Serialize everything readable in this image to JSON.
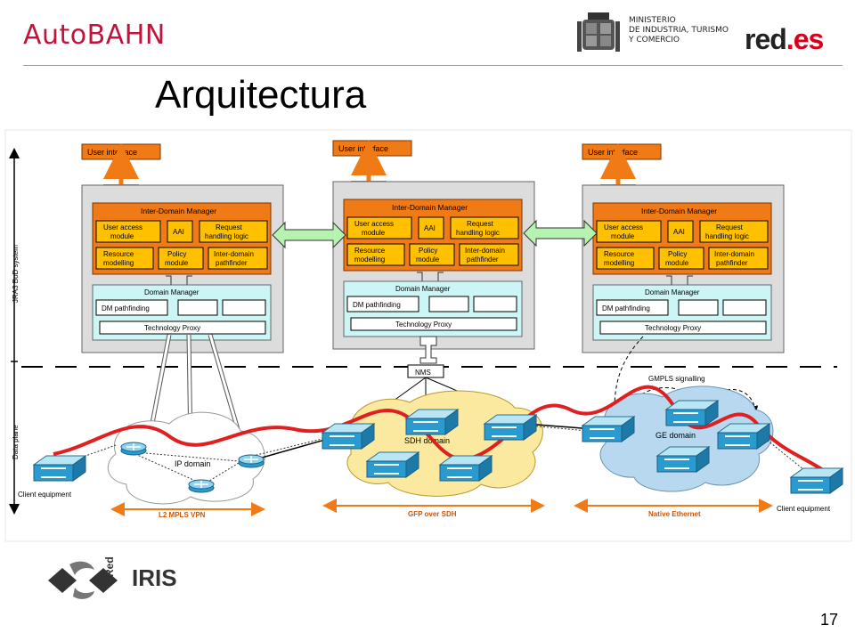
{
  "header": {
    "brand": "AutoBAHN",
    "title": "Arquitectura",
    "ministry_lines": [
      "MINISTERIO",
      "DE INDUSTRIA, TURISMO",
      "Y COMERCIO"
    ],
    "redes_main": "red",
    "redes_dot": ".es"
  },
  "footer": {
    "page_number": "17",
    "rediris_small": "Red",
    "rediris_main": "IRIS"
  },
  "diagram": {
    "side_labels": {
      "system": "JRA3 BoD system",
      "data_plane": "Data plane",
      "client_left": "Client equipment",
      "client_right": "Client equipment"
    },
    "idm": {
      "user_interface": "User interface",
      "inter_domain_manager": "Inter-Domain Manager",
      "user_access_1": "User access",
      "user_access_2": "module",
      "aai": "AAI",
      "request_1": "Request",
      "request_2": "handling logic",
      "resource_1": "Resource",
      "resource_2": "modelling",
      "policy_1": "Policy",
      "policy_2": "module",
      "interdomain_1": "Inter-domain",
      "interdomain_2": "pathfinder",
      "domain_manager": "Domain Manager",
      "dm_pathfinding": "DM pathfinding",
      "technology_proxy": "Technology Proxy"
    },
    "nms": "NMS",
    "gmpls": "GMPLS signalling",
    "domains": {
      "ip": "IP domain",
      "sdh": "SDH domain",
      "ge": "GE domain"
    },
    "technologies": {
      "left": "L2 MPLS VPN",
      "middle": "GFP over SDH",
      "right": "Native Ethernet"
    }
  }
}
